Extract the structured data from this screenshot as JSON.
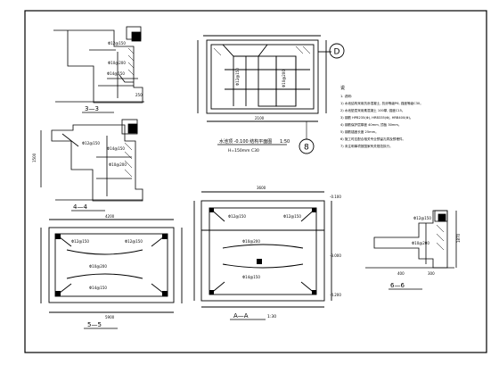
{
  "sheet": {
    "grid_bubble_d": "D",
    "grid_bubble_8": "8"
  },
  "titles": {
    "section_3": "3—3",
    "section_4": "4—4",
    "section_5": "5—5",
    "section_6": "6—6",
    "section_a": "A—A",
    "plan": "水池顶 -0.100 结构平面图",
    "plan_scale": "1:50",
    "plan_sub": "H=150mm C30",
    "scale_a": "1:30"
  },
  "notes": {
    "heading": "说",
    "lines": [
      "1. 说明:",
      "1) 水池结构采用抗渗混凝土, 抗渗等级P6, 强度等级C30。",
      "2) 水池垫层采用素混凝土 100厚, 强度C15。",
      "3) 钢筋 HPB235(Φ), HRB335(Φ), HRB400(Φ)。",
      "4) 钢筋保护层厚度 40mm, 顶板 30mm。",
      "5) 钢筋锚固长度 25mm。",
      "6) 施工时应配合相关专业预留孔洞及预埋件。",
      "7) 未注明事项按国家有关规范执行。"
    ]
  },
  "labels": {
    "rebar_common": "Φ12@150",
    "rebar_b": "Φ10@200",
    "rebar_c": "Φ14@150",
    "dim_1": "1870",
    "dim_2": "4200",
    "dim_3": "5900",
    "dim_4": "3600",
    "dim_5": "250",
    "dim_6": "300",
    "dim_7": "400",
    "dim_8": "1500",
    "dim_9": "2100",
    "dim_10": "-0.100",
    "dim_11": "-3.000",
    "dim_12": "-4.200"
  }
}
